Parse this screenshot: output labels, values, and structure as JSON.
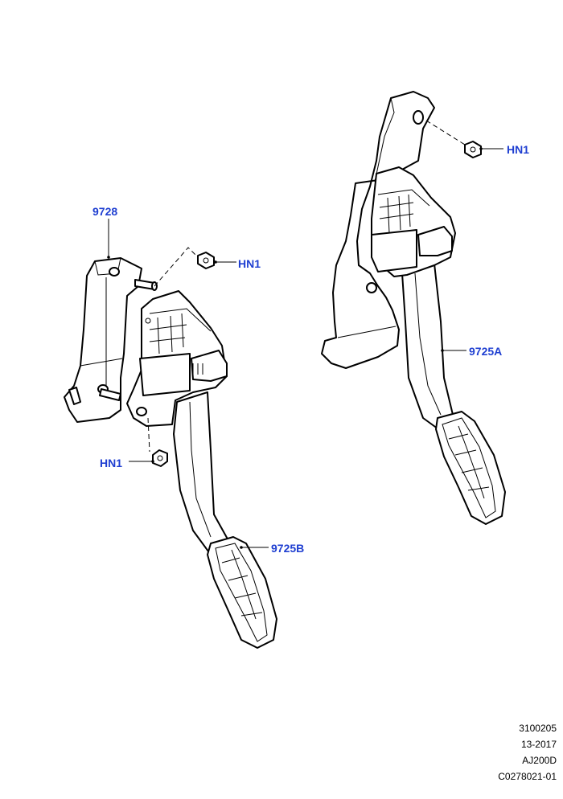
{
  "callouts": {
    "bracket": "9728",
    "nut_upper_right": "HN1",
    "nut_upper_left": "HN1",
    "nut_lower_left": "HN1",
    "pedal_right": "9725A",
    "pedal_left": "9725B"
  },
  "reference": {
    "line1": "3100205",
    "line2": "13-2017",
    "line3": "AJ200D",
    "line4": "C0278021-01"
  },
  "colors": {
    "callout": "#1f3fd1",
    "line": "#000000"
  }
}
